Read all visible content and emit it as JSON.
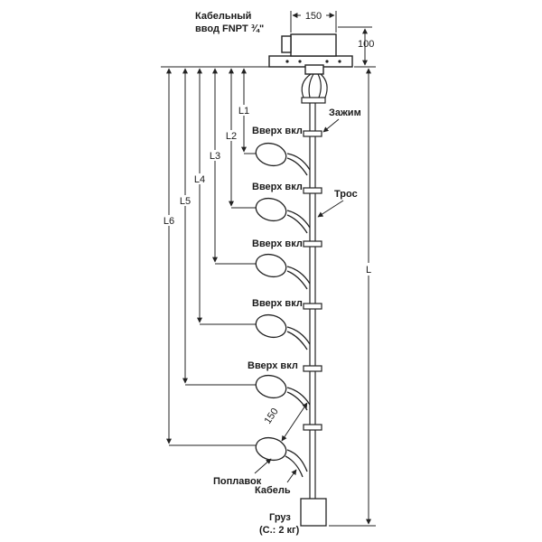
{
  "labels": {
    "entry_line1": "Кабельный",
    "entry_line2": "ввод FNPT ¾\"",
    "clamp": "Зажим",
    "rope": "Трос",
    "float": "Поплавок",
    "cable": "Кабель",
    "weight_line1": "Груз",
    "weight_line2": "(С.: 2 кг)",
    "upper_on": "Вверх вкл"
  },
  "dimensions": {
    "head_width": "150",
    "head_height": "100",
    "float_offset": "150",
    "l1": "L1",
    "l2": "L2",
    "l3": "L3",
    "l4": "L4",
    "l5": "L5",
    "l6": "L6",
    "total": "L"
  },
  "float_labels": [
    "Вверх вкл",
    "Вверх вкл",
    "Вверх вкл",
    "Вверх вкл",
    "Вверх вкл"
  ],
  "colors": {
    "line": "#222222",
    "fill": "#ffffff"
  }
}
